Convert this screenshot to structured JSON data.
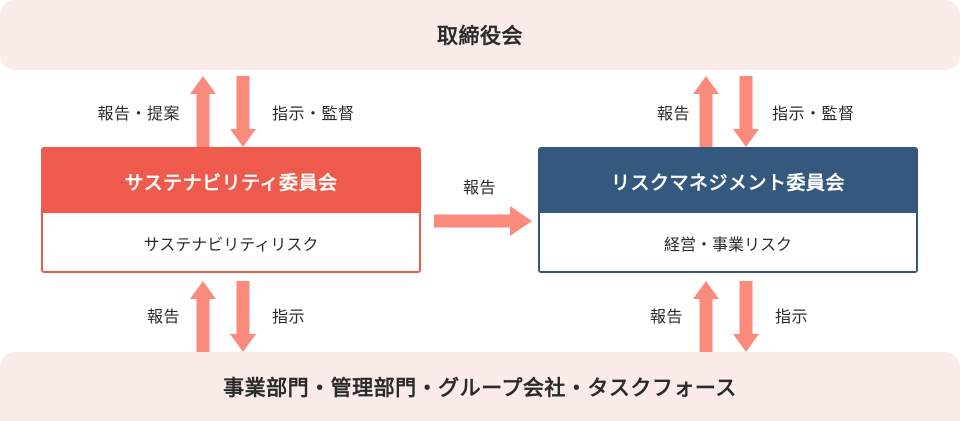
{
  "diagram": {
    "title_top": "取締役会",
    "title_bottom": "事業部門・管理部門・グループ会社・タスクフォース",
    "colors": {
      "banner_bg": "#fcece9",
      "sustainability": "#ee5a4c",
      "risk_management": "#35597e",
      "arrow": "#fa8a7c",
      "text": "#2b2b2b"
    },
    "boxes": [
      {
        "id": "sustainability",
        "header": "サステナビリティ委員会",
        "body": "サステナビリティリスク",
        "accent": "#ee5a4c"
      },
      {
        "id": "risk_management",
        "header": "リスクマネジメント委員会",
        "body": "経営・事業リスク",
        "accent": "#35597e"
      }
    ],
    "flows": {
      "top_left_up": "報告・提案",
      "top_left_down": "指示・監督",
      "top_right_up": "報告",
      "top_right_down": "指示・監督",
      "middle_right": "報告",
      "bottom_left_up": "報告",
      "bottom_left_down": "指示",
      "bottom_right_up": "報告",
      "bottom_right_down": "指示"
    }
  }
}
